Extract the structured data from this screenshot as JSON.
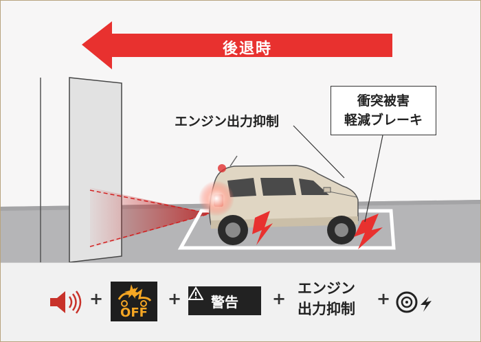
{
  "scene": {
    "arrow_label": "後退時",
    "engine_label": "エンジン出力抑制",
    "brake_label_line1": "衝突被害",
    "brake_label_line2": "軽減ブレーキ"
  },
  "legend_bar": {
    "items": [
      {
        "icon": "speaker-icon"
      },
      {
        "icon": "collision-off-icon",
        "text": "OFF"
      },
      {
        "icon": "warning-triangle-icon",
        "text": "警告"
      },
      {
        "text_line1": "エンジン",
        "text_line2": "出力抑制"
      },
      {
        "icon": "brake-tire-icon"
      }
    ],
    "plus": "+"
  },
  "colors": {
    "arrow_red": "#e8312f",
    "wall": "#e2e2e2",
    "road": "#b5b5b7",
    "car_body": "#e0d6c3",
    "off_orange": "#f5a623",
    "warn_bg": "#222222"
  }
}
